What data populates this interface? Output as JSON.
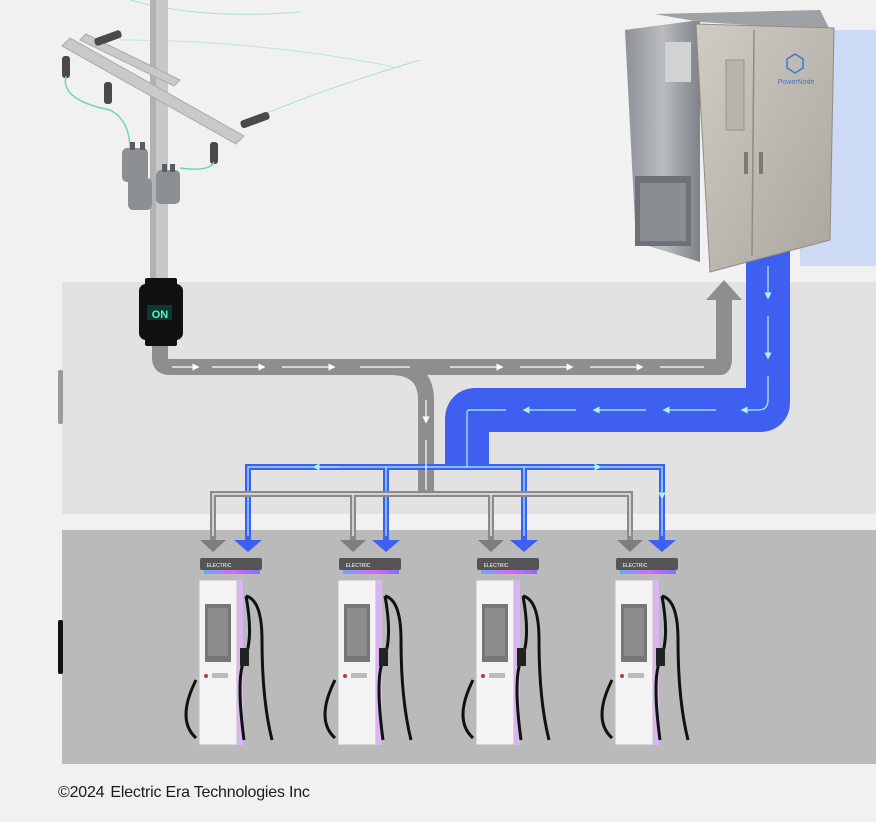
{
  "switch": {
    "label": "ON"
  },
  "cabinet": {
    "brand": "PowerNode"
  },
  "chargers": [
    {
      "display": "ELECTRIC"
    },
    {
      "display": "ELECTRIC"
    },
    {
      "display": "ELECTRIC"
    },
    {
      "display": "ELECTRIC"
    }
  ],
  "footer": {
    "year": "©2024",
    "company": "Electric Era Technologies Inc"
  },
  "colors": {
    "grid_flow": "#8e8e8e",
    "battery_flow": "#3f5ff0",
    "arrow_light": "#a8f5f0",
    "switch_label": "#5ef0c8"
  }
}
